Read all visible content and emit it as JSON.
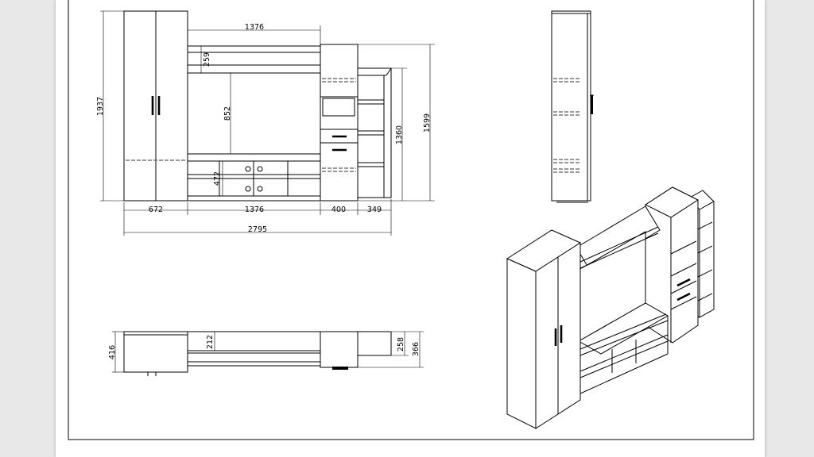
{
  "document": {
    "type": "technical-drawing",
    "subject": "wall-unit",
    "colors": {
      "background": "#e8e8e8",
      "page": "#ffffff",
      "ink": "#000000"
    }
  },
  "front_view": {
    "dims": {
      "top_width": "1376",
      "top_gap": "259",
      "tv_height": "852",
      "total_height": "1937",
      "base_height": "472",
      "right_shelf_height": "1360",
      "right_tower_height": "1599",
      "w_left_cabinet": "672",
      "w_center": "1376",
      "w_tower": "400",
      "w_shelf": "349",
      "total_width": "2795"
    }
  },
  "plan_view": {
    "dims": {
      "depth_left": "416",
      "depth_center": "212",
      "depth_shelf": "258",
      "depth_tower": "366"
    }
  }
}
